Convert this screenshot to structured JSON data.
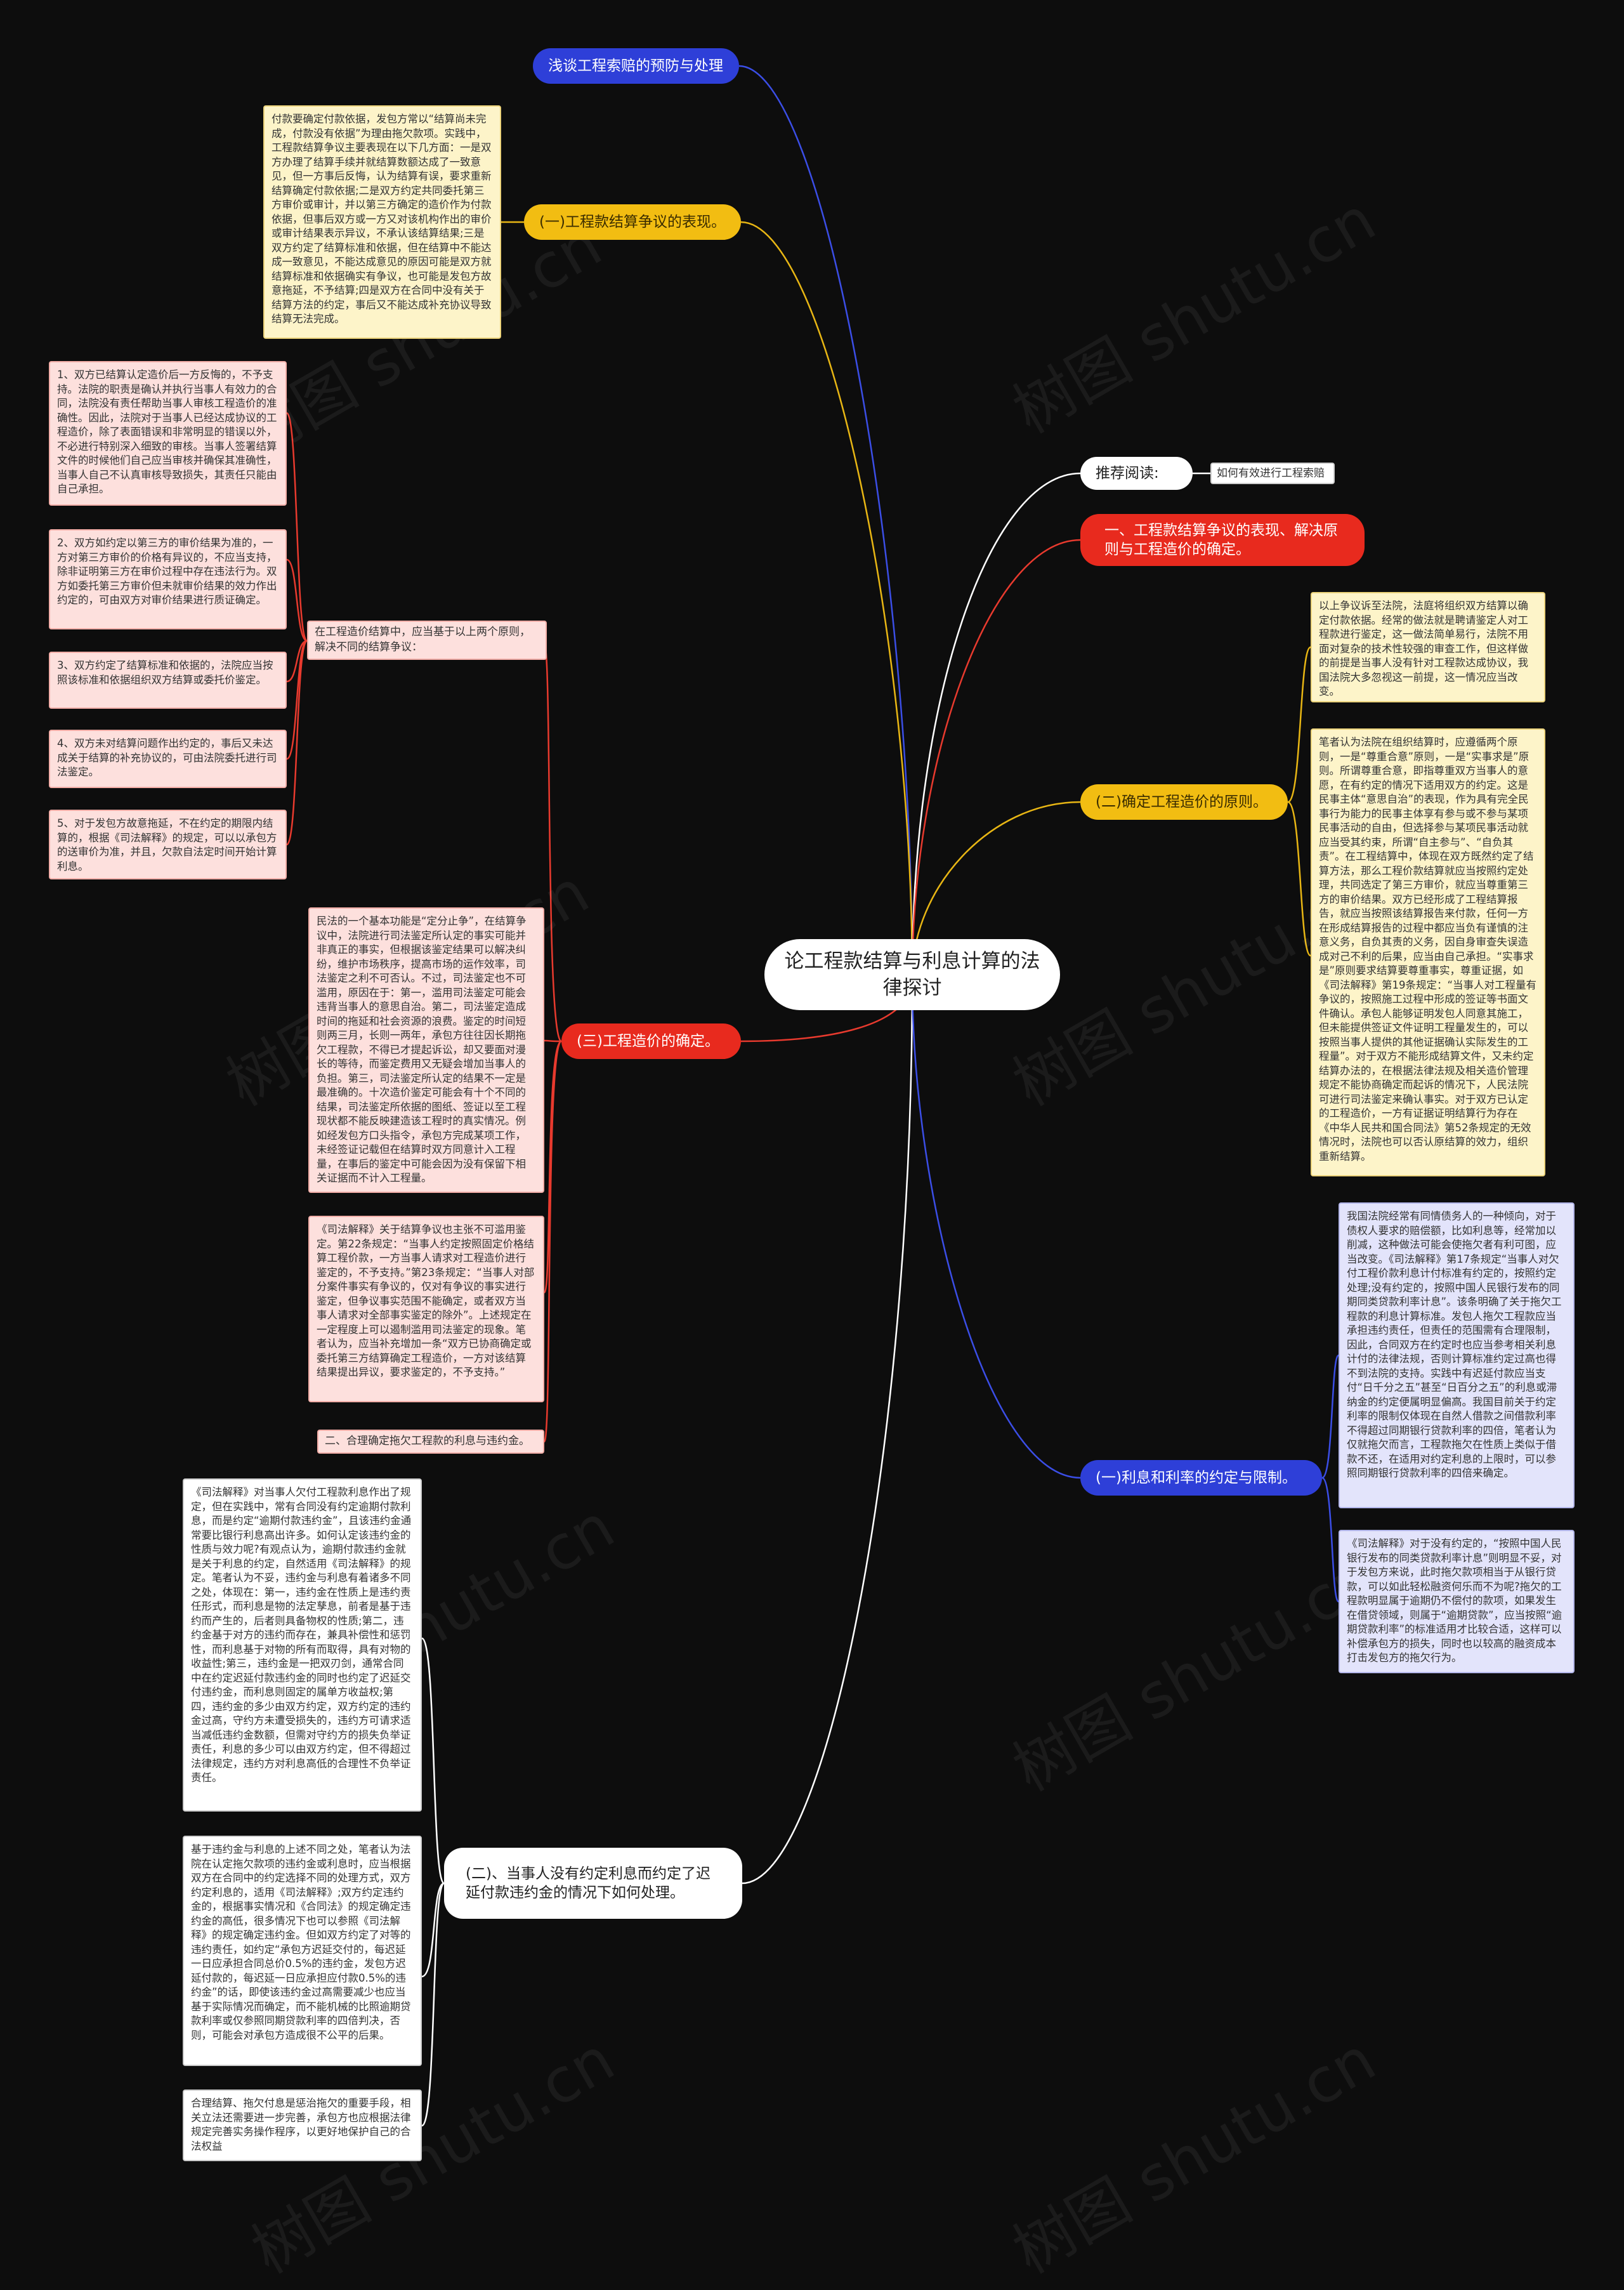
{
  "root": {
    "label": "论工程款结算与利息计算的法律探讨"
  },
  "branches": {
    "b1": "浅谈工程索赔的预防与处理",
    "b2": "(一)工程款结算争议的表现。",
    "b3": "(三)工程造价的确定。",
    "b4": "(二)、当事人没有约定利息而约定了迟延付款违约金的情况下如何处理。",
    "b5": "推荐阅读:",
    "b6": "一、工程款结算争议的表现、解决原则与工程造价的确定。",
    "b7": "(二)确定工程造价的原则。",
    "b8": "(一)利息和利率的约定与限制。"
  },
  "labels": {
    "principle_intro": "在工程造价结算中，应当基于以上两个原则，解决不同的结算争议：",
    "interest_title": "二、合理确定拖欠工程款的利息与违约金。",
    "recommend_link": "如何有效进行工程索赔"
  },
  "notes": {
    "dispute": "付款要确定付款依据，发包方常以“结算尚未完成，付款没有依据”为理由拖欠款项。实践中，工程款结算争议主要表现在以下几方面：一是双方办理了结算手续并就结算数额达成了一致意见，但一方事后反悔，认为结算有误，要求重新结算确定付款依据;二是双方约定共同委托第三方审价或审计，并以第三方确定的造价作为付款依据，但事后双方或一方又对该机构作出的审价或审计结果表示异议，不承认该结算结果;三是双方约定了结算标准和依据，但在结算中不能达成一致意见，不能达成意见的原因可能是双方就结算标准和依据确实有争议，也可能是发包方故意拖延，不予结算;四是双方在合同中没有关于结算方法的约定，事后又不能达成补充协议导致结算无法完成。",
    "p1": "1、双方已结算认定造价后一方反悔的，不予支持。法院的职责是确认并执行当事人有效力的合同，法院没有责任帮助当事人审核工程造价的准确性。因此，法院对于当事人已经达成协议的工程造价，除了表面错误和非常明显的错误以外，不必进行特别深入细致的审核。当事人签署结算文件的时候他们自己应当审核并确保其准确性，当事人自己不认真审核导致损失，其责任只能由自己承担。",
    "p2": "2、双方如约定以第三方的审价结果为准的，一方对第三方审价的价格有异议的，不应当支持，除非证明第三方在审价过程中存在违法行为。双方如委托第三方审价但未就审价结果的效力作出约定的，可由双方对审价结果进行质证确定。",
    "p3": "3、双方约定了结算标准和依据的，法院应当按照该标准和依据组织双方结算或委托价鉴定。",
    "p4": "4、双方未对结算问题作出约定的，事后又未达成关于结算的补充协议的，可由法院委托进行司法鉴定。",
    "p5": "5、对于发包方故意拖延，不在约定的期限内结算的，根据《司法解释》的规定，可以以承包方的送审价为准，并且，欠款自法定时间开始计算利息。",
    "cost1": "民法的一个基本功能是“定分止争”，在结算争议中，法院进行司法鉴定所认定的事实可能并非真正的事实，但根据该鉴定结果可以解决纠纷，维护市场秩序，提高市场的运作效率，司法鉴定之利不可否认。不过，司法鉴定也不可滥用，原因在于：第一，滥用司法鉴定可能会违背当事人的意思自治。第二，司法鉴定造成时间的拖延和社会资源的浪费。鉴定的时间短则两三月，长则一两年，承包方往往因长期拖欠工程款，不得已才提起诉讼，却又要面对漫长的等待，而鉴定费用又无疑会增加当事人的负担。第三，司法鉴定所认定的结果不一定是最准确的。十次造价鉴定可能会有十个不同的结果，司法鉴定所依据的图纸、签证以至工程现状都不能反映建造该工程时的真实情况。例如经发包方口头指令，承包方完成某项工作，未经签证记载但在结算时双方同意计入工程量，在事后的鉴定中可能会因为没有保留下相关证据而不计入工程量。",
    "cost2": "《司法解释》关于结算争议也主张不可滥用鉴定。第22条规定：“当事人约定按照固定价格结算工程价款，一方当事人请求对工程造价进行鉴定的，不予支持。”第23条规定：“当事人对部分案件事实有争议的，仅对有争议的事实进行鉴定，但争议事实范围不能确定，或者双方当事人请求对全部事实鉴定的除外”。上述规定在一定程度上可以遏制滥用司法鉴定的现象。笔者认为，应当补充增加一条“双方已协商确定或委托第三方结算确定工程造价，一方对该结算结果提出异议，要求鉴定的，不予支持。”",
    "right1": "以上争议诉至法院，法庭将组织双方结算以确定付款依据。经常的做法就是聘请鉴定人对工程款进行鉴定，这一做法简单易行，法院不用面对复杂的技术性较强的审查工作，但这样做的前提是当事人没有针对工程款达成协议，我国法院大多忽视这一前提，这一情况应当改变。",
    "right2": "笔者认为法院在组织结算时，应遵循两个原则，一是“尊重合意”原则，一是“实事求是”原则。所谓尊重合意，即指尊重双方当事人的意愿，在有约定的情况下适用双方的约定。这是民事主体“意思自治”的表现，作为具有完全民事行为能力的民事主体享有参与或不参与某项民事活动的自由，但选择参与某项民事活动就应当受其约束，所谓“自主参与”、“自负其责”。在工程结算中，体现在双方既然约定了结算方法，那么工程价款结算就应当按照约定处理，共同选定了第三方审价，就应当尊重第三方的审价结果。双方已经形成了工程结算报告，就应当按照该结算报告来付款，任何一方在形成结算报告的过程中都应当负有谨慎的注意义务，自负其责的义务，因自身审查失误造成对己不利的后果，应当由自己承担。“实事求是”原则要求结算要尊重事实，尊重证据，如《司法解释》第19条规定：“当事人对工程量有争议的，按照施工过程中形成的签证等书面文件确认。承包人能够证明发包人同意其施工，但未能提供签证文件证明工程量发生的，可以按照当事人提供的其他证据确认实际发生的工程量”。对于双方不能形成结算文件，又未约定结算办法的，在根据法律法规及相关造价管理规定不能协商确定而起诉的情况下，人民法院可进行司法鉴定来确认事实。对于双方已认定的工程造价，一方有证据证明结算行为存在《中华人民共和国合同法》第52条规定的无效情况时，法院也可以否认原结算的效力，组织重新结算。",
    "interest1": "我国法院经常有同情债务人的一种倾向，对于债权人要求的赔偿额，比如利息等，经常加以削减，这种做法可能会使拖欠者有利可图，应当改变。《司法解释》第17条规定“当事人对欠付工程价款利息计付标准有约定的，按照约定处理;没有约定的，按照中国人民银行发布的同期同类贷款利率计息”。该条明确了关于拖欠工程款的利息计算标准。发包人拖欠工程款应当承担违约责任，但责任的范围需有合理限制，因此，合同双方在约定时也应当参考相关利息计付的法律法规，否则计算标准约定过高也得不到法院的支持。实践中有迟延付款应当支付“日千分之五”甚至“日百分之五”的利息或滞纳金的约定便属明显偏高。我国目前关于约定利率的限制仅体现在自然人借款之间借款利率不得超过同期银行贷款利率的四倍，笔者认为仅就拖欠而言，工程款拖欠在性质上类似于借款不还，在适用对约定利息的上限时，可以参照同期银行贷款利率的四倍来确定。",
    "interest2": "《司法解释》对于没有约定的，“按照中国人民银行发布的同类贷款利率计息”则明显不妥，对于发包方来说，此时拖欠款项相当于从银行贷款，可以如此轻松融资何乐而不为呢?拖欠的工程款明显属于逾期仍不偿付的款项，如果发生在借贷领域，则属于“逾期贷款”，应当按照“逾期贷款利率”的标准适用才比较合适，这样可以补偿承包方的损失，同时也以较高的融资成本打击发包方的拖欠行为。",
    "b4n1": "《司法解释》对当事人欠付工程款利息作出了规定，但在实践中，常有合同没有约定逾期付款利息，而是约定“逾期付款违约金”，且该违约金通常要比银行利息高出许多。如何认定该违约金的性质与效力呢?有观点认为，逾期付款违约金就是关于利息的约定，自然适用《司法解释》的规定。笔者认为不妥，违约金与利息有着诸多不同之处，体现在：第一，违约金在性质上是违约责任形式，而利息是物的法定孳息，前者是基于违约而产生的，后者则具备物权的性质;第二，违约金基于对方的违约而存在，兼具补偿性和惩罚性，而利息基于对物的所有而取得，具有对物的收益性;第三，违约金是一把双刃剑，通常合同中在约定迟延付款违约金的同时也约定了迟延交付违约金，而利息则固定的属单方收益权;第四，违约金的多少由双方约定，双方约定的违约金过高，守约方未遭受损失的，违约方可请求适当减低违约金数额，但需对守约方的损失负举证责任，利息的多少可以由双方约定，但不得超过法律规定，违约方对利息高低的合理性不负举证责任。",
    "b4n2": "基于违约金与利息的上述不同之处，笔者认为法院在认定拖欠款项的违约金或利息时，应当根据双方在合同中的约定选择不同的处理方式，双方约定利息的，适用《司法解释》;双方约定违约金的，根据事实情况和《合同法》的规定确定违约金的高低，很多情况下也可以参照《司法解释》的规定确定违约金。但如双方约定了对等的违约责任，如约定“承包方迟延交付的，每迟延一日应承担合同总价0.5%的违约金，发包方迟延付款的，每迟延一日应承担应付款0.5%的违约金”的话，即使该违约金过高需要减少也应当基于实际情况而确定，而不能机械的比照逾期贷款利率或仅参照同期贷款利率的四倍判决，否则，可能会对承包方造成很不公平的后果。",
    "b4n3": "合理结算、拖欠付息是惩治拖欠的重要手段，相关立法还需要进一步完善，承包方也应根据法律规定完善实务操作程序，以更好地保护自己的合法权益"
  },
  "colors": {
    "background": "#0d0d0d",
    "blue": "#2e3fd8",
    "yellow": "#f2bd12",
    "red": "#e82a1e",
    "white": "#ffffff"
  }
}
